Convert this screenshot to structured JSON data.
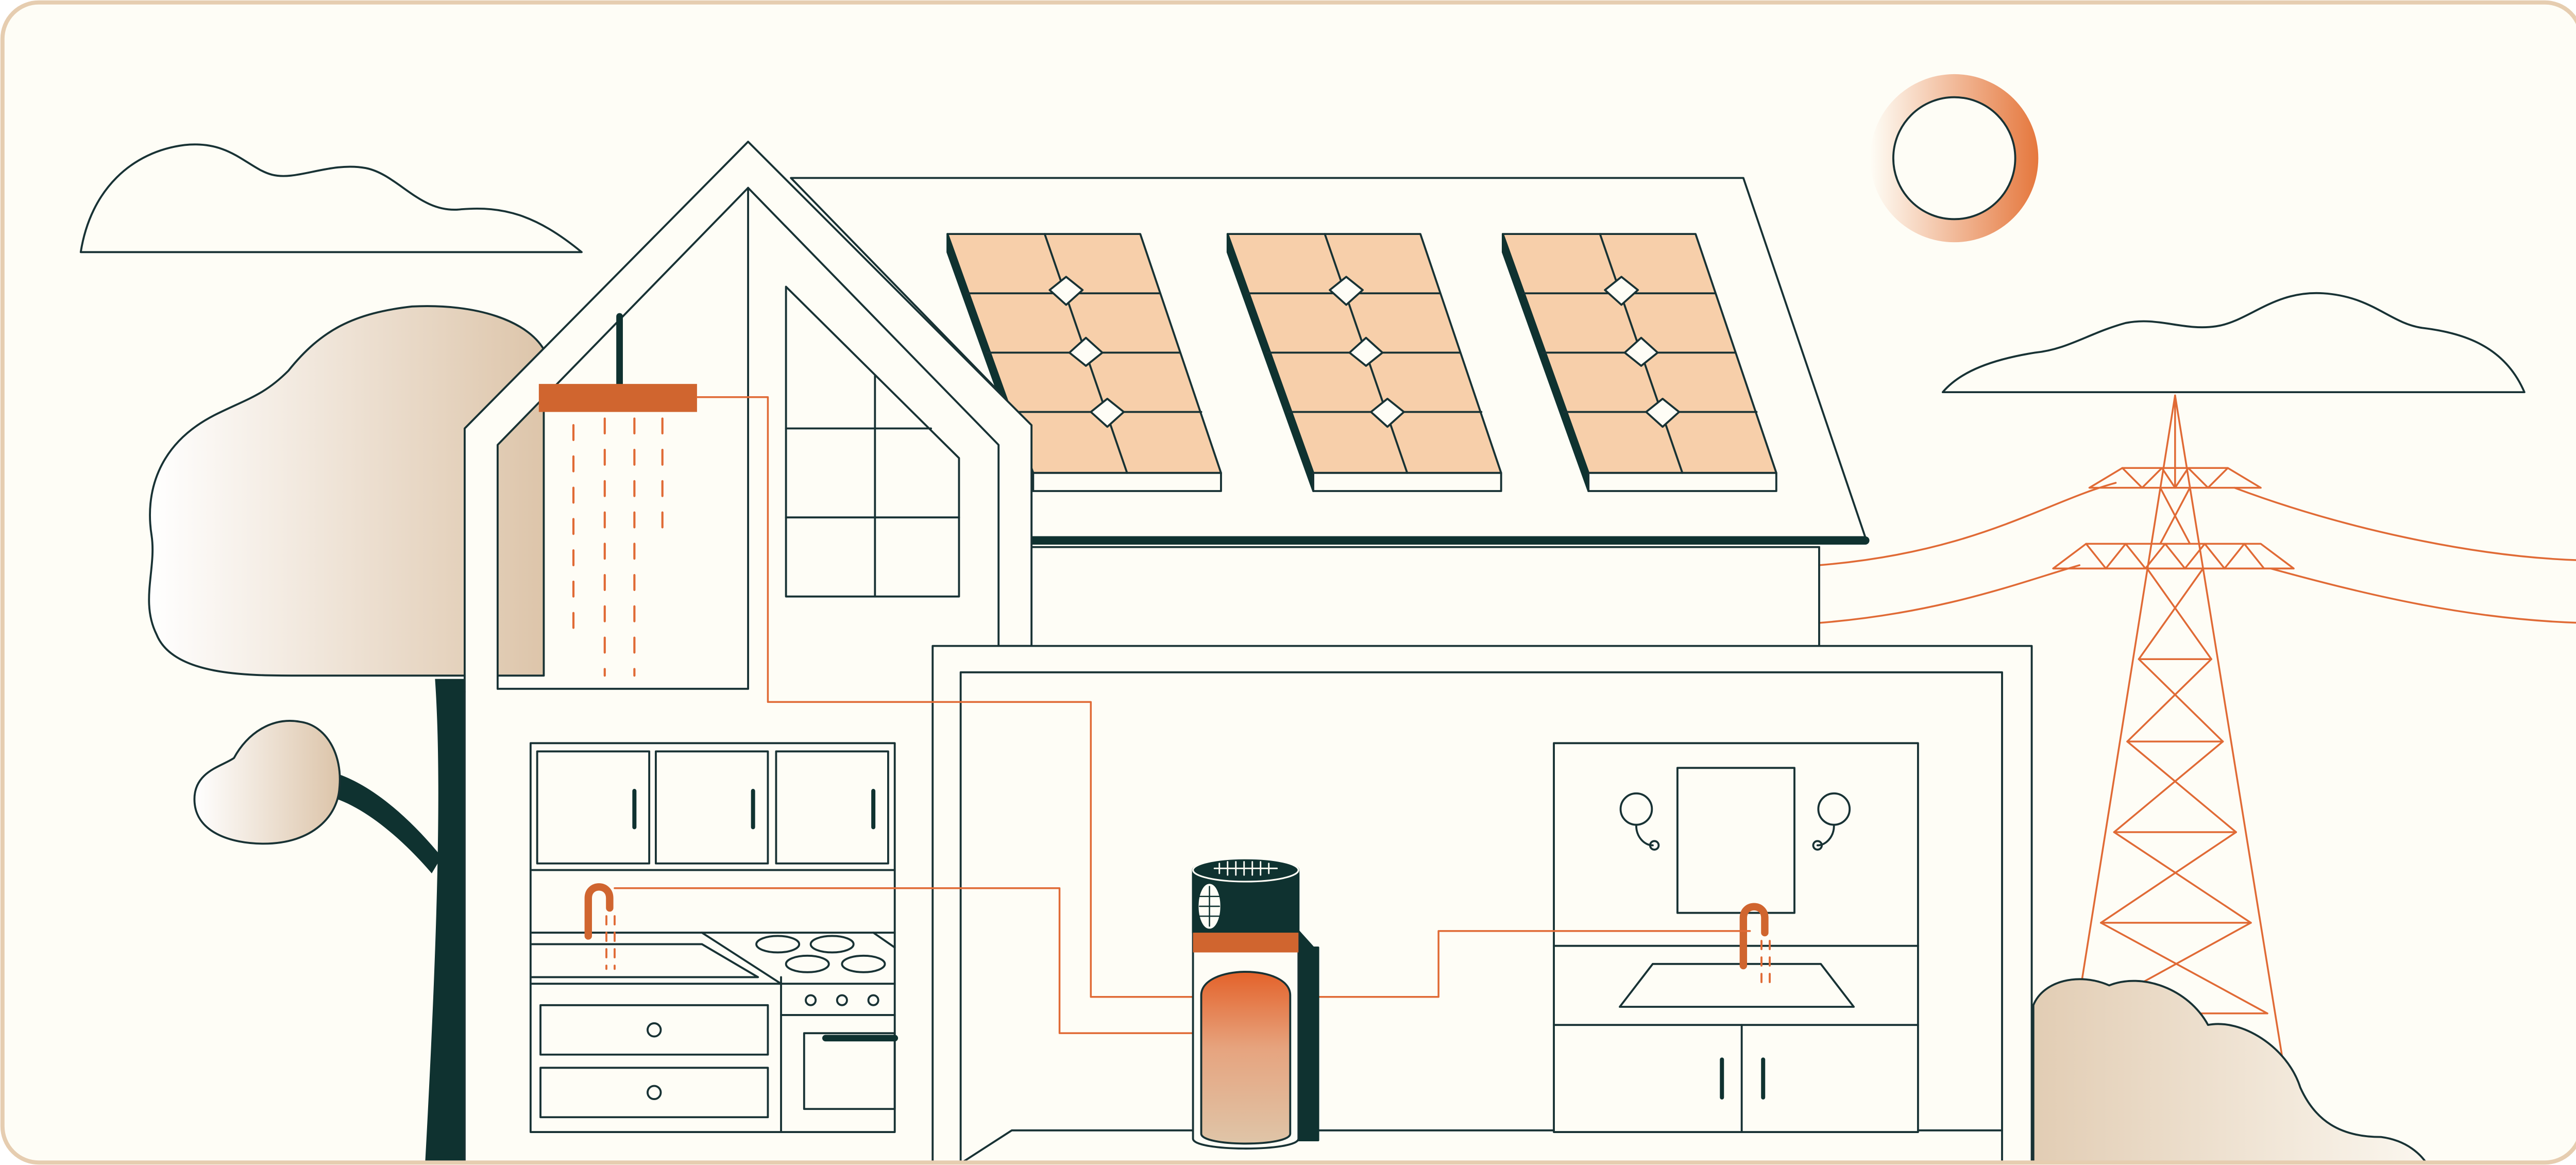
{
  "colors": {
    "background": "#fefdf6",
    "frame": "#e6cdb0",
    "outline": "#183234",
    "dark": "#0f3230",
    "accent": "#e06a35",
    "accent_deep": "#d0652f",
    "panel_fill": "#f7cfaa",
    "foliage_light": "#fbf7ee",
    "foliage_dark": "#ddc6ac",
    "tank_fill_top": "#e5652b",
    "tank_fill_bottom": "#dfc4a6"
  },
  "icons": {
    "sun": "sun-icon",
    "clouds": "cloud-icon",
    "tower": "power-tower-icon",
    "tank": "water-heater-tank-icon",
    "solar_panels": "solar-panel-icon",
    "shower": "shower-head-icon",
    "faucets": "faucet-icon",
    "tree": "tree-icon"
  },
  "scene": {
    "solar_panel_count": 3,
    "panel_cell_rows": 4,
    "panel_cell_cols": 2,
    "cabinet_doors_upper": 3,
    "cabinet_drawers": 2,
    "stove_burners": 4,
    "oven_knobs": 3,
    "bathroom_wall_lamps": 2
  }
}
